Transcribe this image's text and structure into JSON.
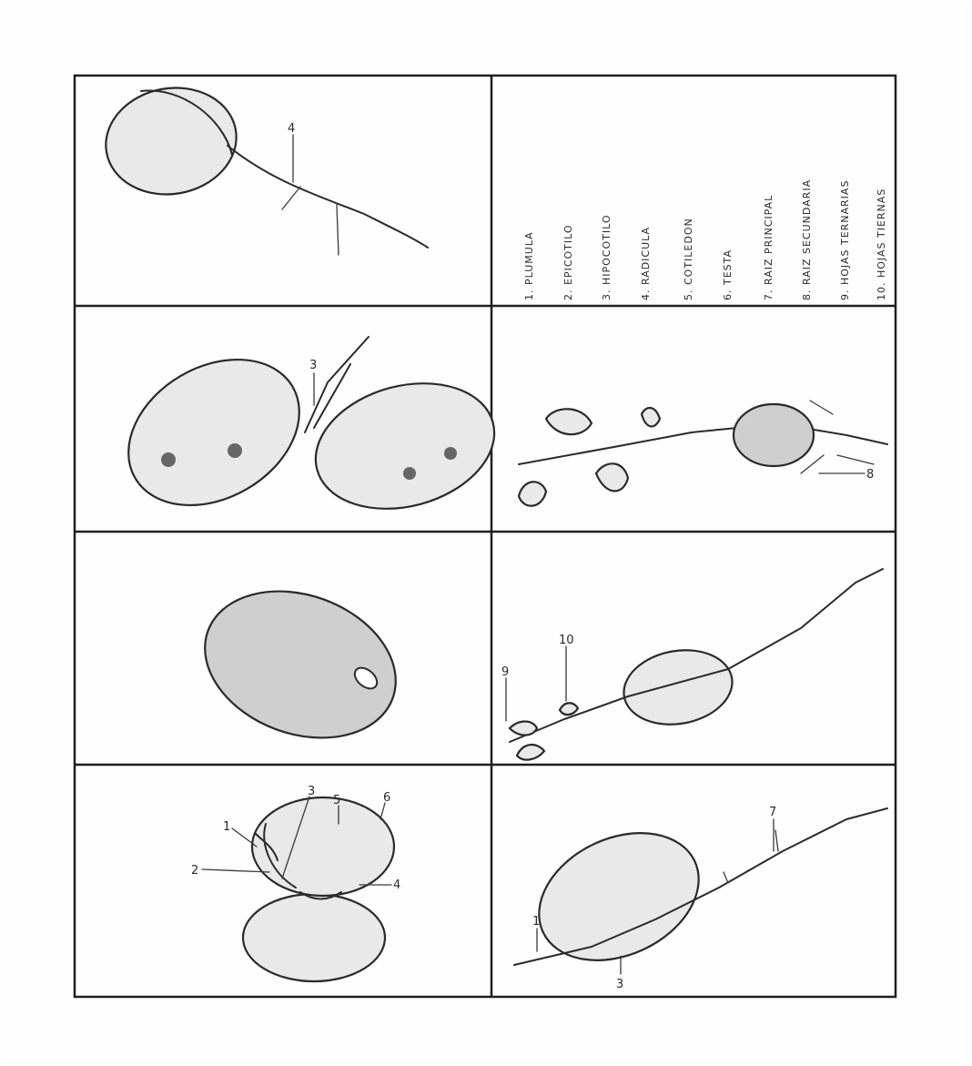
{
  "legend": {
    "items": [
      "1. PLUMULA",
      "2. EPICOTILO",
      "3. HIPOCOTILO",
      "4. RADICULA",
      "5. COTILEDON",
      "6. TESTA",
      "7. RAIZ PRINCIPAL",
      "8. RAIZ SECUNDARIA",
      "9. HOJAS TERNARIAS",
      "10. HOJAS TIERNAS"
    ]
  },
  "labels": {
    "p1": [
      "2",
      "1",
      "3",
      "5",
      "6",
      "4"
    ],
    "p3": [
      "3"
    ],
    "p4": [
      "4"
    ],
    "p5": [
      "1",
      "3",
      "7"
    ],
    "p6": [
      "9",
      "10"
    ],
    "p7": [
      "8"
    ]
  }
}
